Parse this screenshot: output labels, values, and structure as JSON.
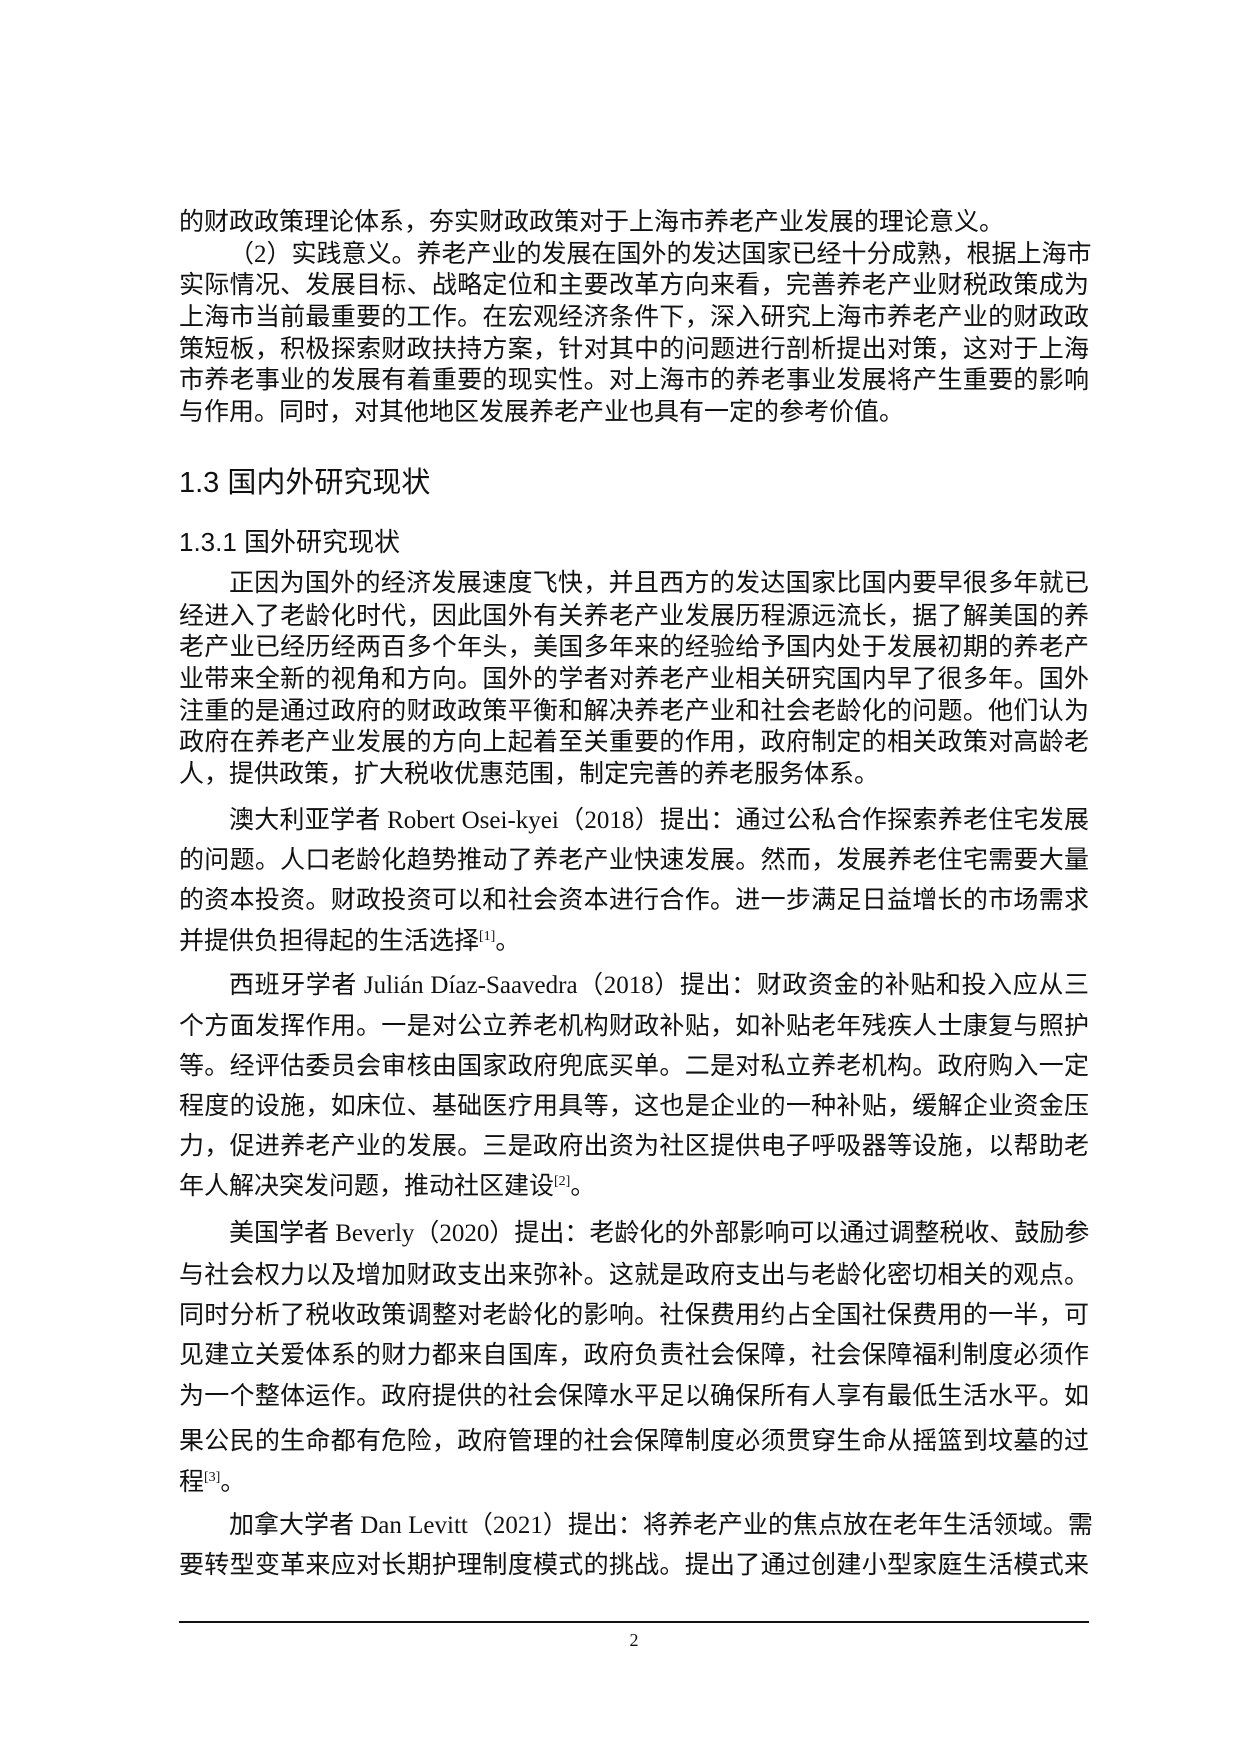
{
  "blocks": [
    {
      "type": "p",
      "continued": true,
      "lines": [
        [
          {
            "t": "的财政政策理论体系，夯实财政政策对于上海市养老产业发展的理论意义。"
          }
        ]
      ]
    },
    {
      "type": "p",
      "lines": [
        [
          {
            "t": "（2）实践意义。养老产业的发展在国外的发达国家已经十分成熟，根据上海市"
          }
        ],
        [
          {
            "t": "实际情况、发展目标、战略定位和主要改革方向来看，完善养老产业财税政策成为"
          }
        ],
        [
          {
            "t": "上海市当前最重要的工作。在宏观经济条件下，深入研究上海市养老产业的财政政"
          }
        ],
        [
          {
            "t": "策短板，积极探索财政扶持方案，针对其中的问题进行剖析提出对策，这对于上海"
          }
        ],
        [
          {
            "t": "市养老事业的发展有着重要的现实性。对上海市的养老事业发展将产生重要的影响"
          }
        ],
        [
          {
            "t": "与作用。同时，对其他地区发展养老产业也具有一定的参考价值。"
          }
        ]
      ]
    },
    {
      "type": "h2",
      "text": "1.3 国内外研究现状"
    },
    {
      "type": "h3",
      "text": "1.3.1 国外研究现状"
    },
    {
      "type": "p",
      "lines": [
        [
          {
            "t": "正因为国外的经济发展速度飞快，并且西方的发达国家比国内要早很多年就已"
          }
        ],
        [
          {
            "t": "经进入了老龄化时代，因此国外有关养老产业发展历程源远流长，据了解美国的养"
          }
        ],
        [
          {
            "t": "老产业已经历经两百多个年头，美国多年来的经验给予国内处于发展初期的养老产"
          }
        ],
        [
          {
            "t": "业带来全新的视角和方向。国外的学者对养老产业相关研究国内早了很多年。国外"
          }
        ],
        [
          {
            "t": "注重的是通过政府的财政政策平衡和解决养老产业和社会老龄化的问题。他们认为"
          }
        ],
        [
          {
            "t": "政府在养老产业发展的方向上起着至关重要的作用，政府制定的相关政策对高龄老"
          }
        ],
        [
          {
            "t": "人，提供政策，扩大税收优惠范围，制定完善的养老服务体系。"
          }
        ]
      ]
    },
    {
      "type": "p",
      "lines": [
        [
          {
            "t": "澳大利亚学者 Robert Osei-kyei（2018）提出：通过公私合作探索养老住宅发展"
          }
        ],
        [
          {
            "t": "的问题。人口老龄化趋势推动了养老产业快速发展。然而，发展养老住宅需要大量"
          }
        ],
        [
          {
            "t": "的资本投资。财政投资可以和社会资本进行合作。进一步满足日益增长的市场需求"
          }
        ],
        [
          {
            "t": "并提供负担得起的生活选择"
          },
          {
            "sup": "[1]"
          },
          {
            "t": "。"
          }
        ]
      ]
    },
    {
      "type": "p",
      "lines": [
        [
          {
            "t": "西班牙学者 Julián Díaz-Saavedra（2018）提出：财政资金的补贴和投入应从三"
          }
        ],
        [
          {
            "t": "个方面发挥作用。一是对公立养老机构财政补贴，如补贴老年残疾人士康复与照护"
          }
        ],
        [
          {
            "t": "等。经评估委员会审核由国家政府兜底买单。二是对私立养老机构。政府购入一定"
          }
        ],
        [
          {
            "t": "程度的设施，如床位、基础医疗用具等，这也是企业的一种补贴，缓解企业资金压"
          }
        ],
        [
          {
            "t": "力，促进养老产业的发展。三是政府出资为社区提供电子呼吸器等设施，以帮助老"
          }
        ],
        [
          {
            "t": "年人解决突发问题，推动社区建设"
          },
          {
            "sup": "[2]"
          },
          {
            "t": "。"
          }
        ]
      ]
    },
    {
      "type": "p",
      "lines": [
        [
          {
            "t": "美国学者 Beverly（2020）提出：老龄化的外部影响可以通过调整税收、鼓励参"
          }
        ],
        [
          {
            "t": "与社会权力以及增加财政支出来弥补。这就是政府支出与老龄化密切相关的观点。"
          }
        ],
        [
          {
            "t": "同时分析了税收政策调整对老龄化的影响。社保费用约占全国社保费用的一半，可"
          }
        ],
        [
          {
            "t": "见建立关爱体系的财力都来自国库，政府负责社会保障，社会保障福利制度必须作"
          }
        ],
        [
          {
            "t": "为一个整体运作。政府提供的社会保障水平足以确保所有人享有最低生活水平。如"
          }
        ],
        [
          {
            "t": "果公民的生命都有危险，政府管理的社会保障制度必须贯穿生命从摇篮到坟墓的过"
          }
        ],
        [
          {
            "t": "程"
          },
          {
            "sup": "[3]"
          },
          {
            "t": "。"
          }
        ]
      ]
    },
    {
      "type": "p",
      "open": true,
      "lines": [
        [
          {
            "t": "加拿大学者 Dan Levitt（2021）提出：将养老产业的焦点放在老年生活领域。需"
          }
        ],
        [
          {
            "t": "要转型变革来应对长期护理制度模式的挑战。提出了通过创建小型家庭生活模式来"
          }
        ]
      ]
    }
  ],
  "footer": {
    "page_number": "2"
  }
}
